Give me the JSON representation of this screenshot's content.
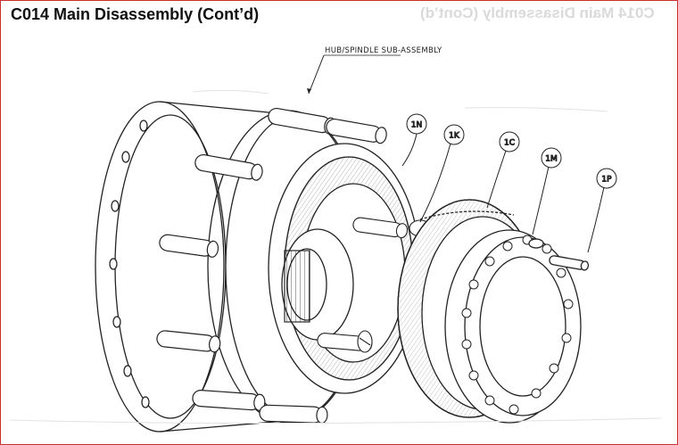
{
  "document": {
    "title": "C014 Main Disassembly (Cont’d)"
  },
  "figure": {
    "assembly_label": "HUB/SPINDLE SUB-ASSEMBLY",
    "callouts": [
      "1N",
      "1K",
      "1C",
      "1M",
      "1P"
    ]
  }
}
